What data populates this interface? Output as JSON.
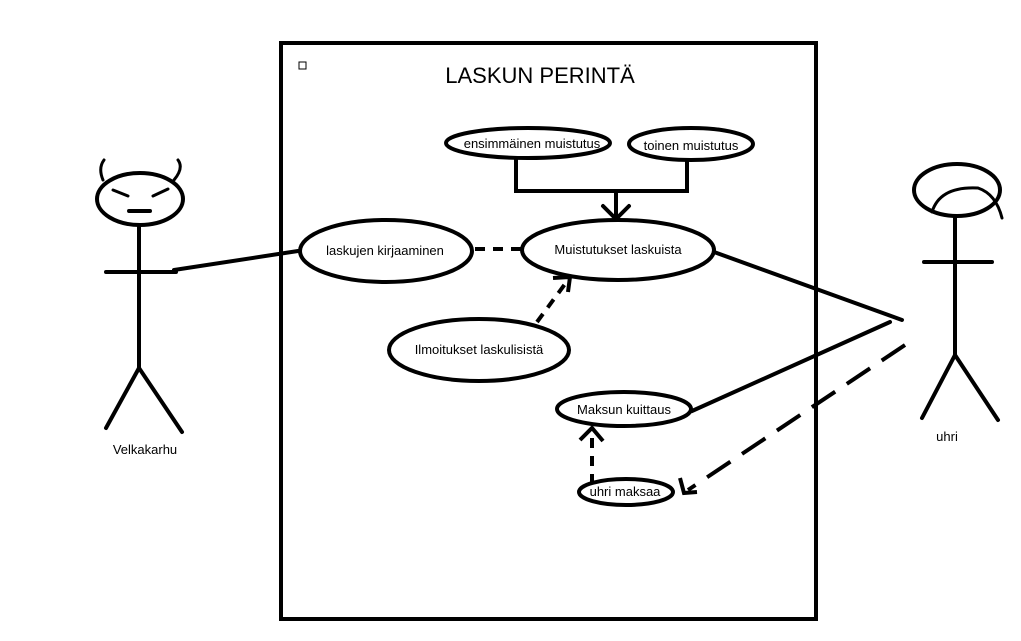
{
  "diagram": {
    "system_title": "LASKUN PERINTÄ",
    "actors": {
      "left": {
        "name": "Velkakarhu"
      },
      "right": {
        "name": "uhri"
      }
    },
    "use_cases": {
      "first_reminder": "ensimmäinen muistutus",
      "second_reminder": "toinen muistutus",
      "writing_invoices": "laskujen kirjaaminen",
      "invoice_reminders": "Muistutukset laskuista",
      "invoice_notices": "Ilmoitukset laskulisistä",
      "payment_receipt": "Maksun kuittaus",
      "victim_pays": "uhri maksaa"
    }
  }
}
